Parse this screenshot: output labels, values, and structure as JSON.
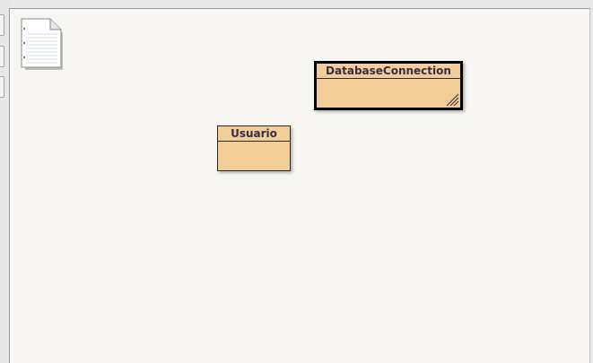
{
  "colors": {
    "canvas": "#f7f6f2",
    "class_fill": "#f2cd98",
    "class_name_text": "#332d4d"
  },
  "toolbar": {
    "tabs": [
      "tab",
      "tab",
      "tab"
    ]
  },
  "canvas": {
    "note_icon": "notepad-icon",
    "classes": [
      {
        "name": "DatabaseConnection",
        "selected": true
      },
      {
        "name": "Usuario",
        "selected": false
      }
    ]
  }
}
